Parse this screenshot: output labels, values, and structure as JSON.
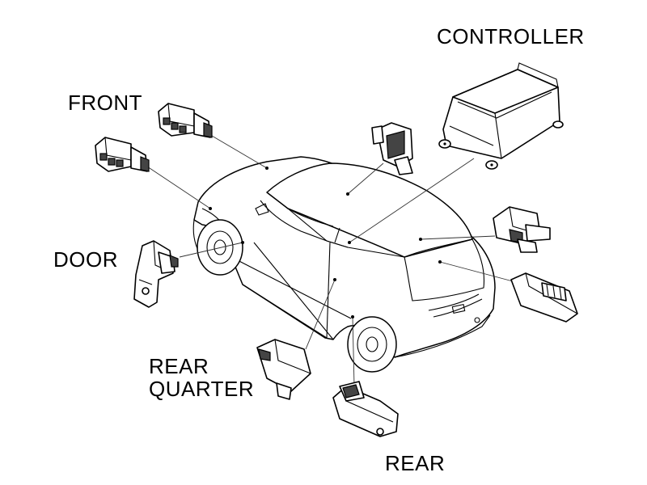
{
  "labels": {
    "controller": "CONTROLLER",
    "front": "FRONT",
    "door": "DOOR",
    "rear_quarter_line1": "REAR",
    "rear_quarter_line2": "QUARTER",
    "rear": "REAR"
  }
}
